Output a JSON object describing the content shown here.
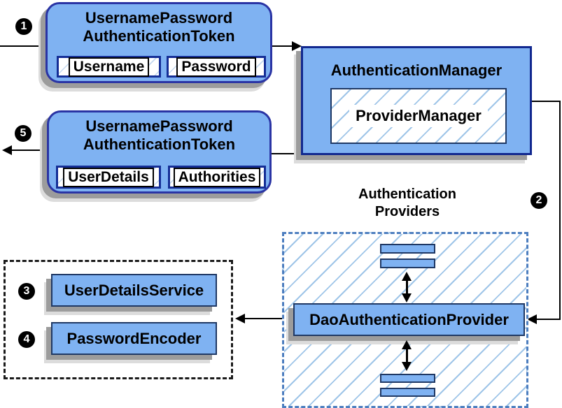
{
  "diagram": {
    "badges": [
      "1",
      "2",
      "3",
      "4",
      "5"
    ],
    "token_request": {
      "title_line1": "UsernamePassword",
      "title_line2": "AuthenticationToken",
      "fields": [
        "Username",
        "Password"
      ]
    },
    "auth_manager": {
      "title": "AuthenticationManager",
      "inner": "ProviderManager"
    },
    "token_response": {
      "title_line1": "UsernamePassword",
      "title_line2": "AuthenticationToken",
      "fields": [
        "UserDetails",
        "Authorities"
      ]
    },
    "providers_group": {
      "label_line1": "Authentication",
      "label_line2": "Providers",
      "provider": "DaoAuthenticationProvider"
    },
    "dependencies": {
      "items": [
        "UserDetailsService",
        "PasswordEncoder"
      ]
    },
    "colors": {
      "box_fill": "#7fb2f2",
      "box_border_navy": "#11288f",
      "box_border_dark": "#1f3864",
      "rounded_border": "#2a34a4",
      "hatch_line": "#9fc5e8",
      "dashed_blue_border": "#4d7ebf",
      "shadow_gray": "#9c9c9c",
      "connector_black": "#000000"
    }
  }
}
